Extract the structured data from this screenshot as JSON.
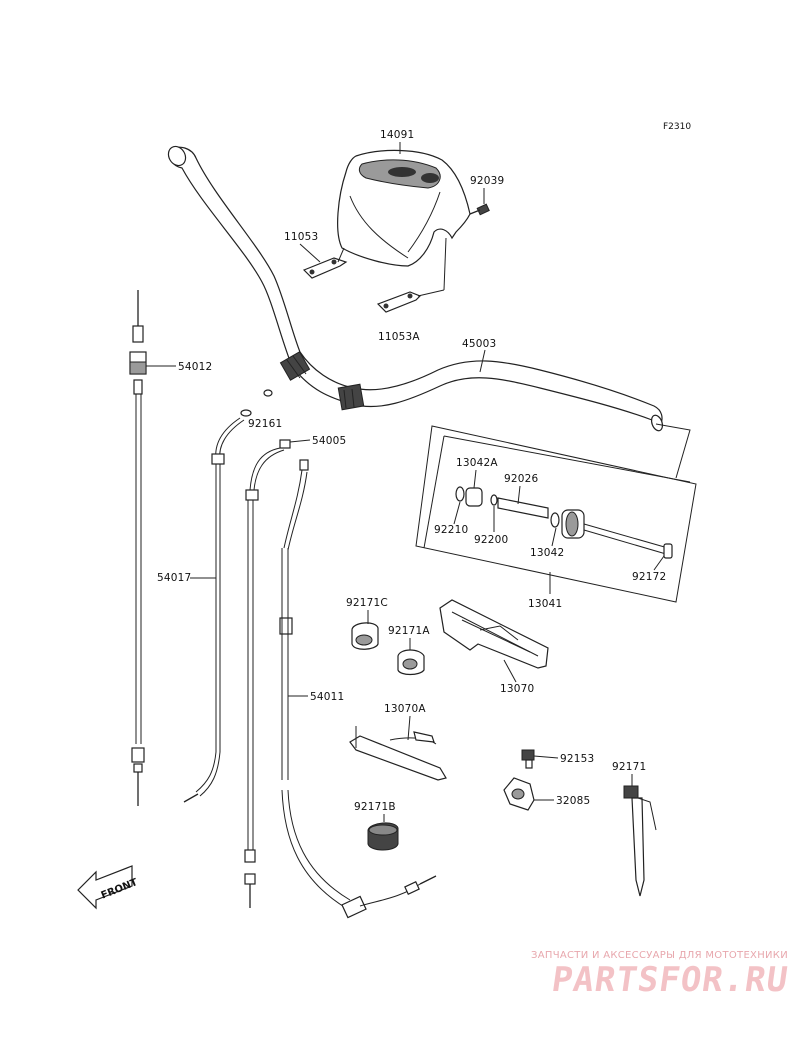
{
  "diagram_code": "F2310",
  "front_arrow_label": "FRONT",
  "parts": {
    "p14091": "14091",
    "p92039": "92039",
    "p11053": "11053",
    "p11053A": "11053A",
    "p45003": "45003",
    "p54012": "54012",
    "p92161": "92161",
    "p54005": "54005",
    "p13042A": "13042A",
    "p92026": "92026",
    "p92210": "92210",
    "p92200": "92200",
    "p13042": "13042",
    "p92172": "92172",
    "p54017": "54017",
    "p13041": "13041",
    "p92171C": "92171C",
    "p92171A": "92171A",
    "p13070": "13070",
    "p54011": "54011",
    "p13070A": "13070A",
    "p92153": "92153",
    "p92171": "92171",
    "p32085": "32085",
    "p92171B": "92171B"
  },
  "watermark": {
    "tagline": "ЗАПЧАСТИ И АКСЕССУАРЫ ДЛЯ МОТОТЕХНИКИ",
    "brand": "PARTSFOR.RU"
  }
}
